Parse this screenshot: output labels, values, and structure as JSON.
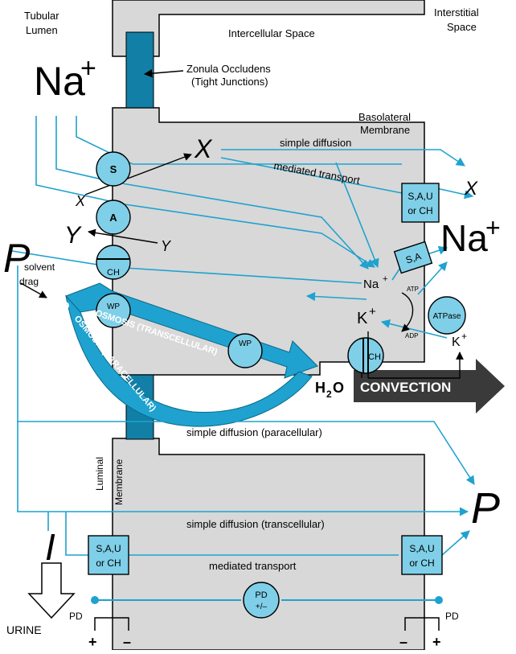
{
  "labels": {
    "tubular_lumen_1": "Tubular",
    "tubular_lumen_2": "Lumen",
    "interstitial_1": "Interstitial",
    "interstitial_2": "Space",
    "intercellular_space": "Intercellular Space",
    "zonula_1": "Zonula Occludens",
    "zonula_2": "(Tight Junctions)",
    "basolateral_1": "Basolateral",
    "basolateral_2": "Membrane",
    "luminal": "Luminal",
    "membrane": "Membrane",
    "na_plus_main": "Na",
    "na_plus_sup": "+",
    "na_plus_right": "Na",
    "na_plus_right_sup": "+",
    "na_plus_small": "Na",
    "na_plus_small_sup": "+",
    "k_plus_left": "K",
    "k_plus_left_sup": "+",
    "k_plus_right": "K",
    "k_plus_right_sup": "+",
    "x_big": "X",
    "x_small_left": "X",
    "x_right": "X",
    "y_big": "Y",
    "y_small": "Y",
    "p_left": "P",
    "p_right": "P",
    "solvent": "solvent",
    "drag": "drag",
    "h2o_left": "H",
    "h2o_left_sub": "2",
    "h2o_left_o": "O",
    "h2o_bottom": "H",
    "h2o_bottom_sub": "2",
    "h2o_bottom_o": "O",
    "convection": "CONVECTION",
    "simple_diffusion": "simple diffusion",
    "mediated_transport_top": "mediated transport",
    "simple_diffusion_paracellular": "simple diffusion (paracellular)",
    "simple_diffusion_transcellular": "simple diffusion (transcellular)",
    "mediated_transport_bottom": "mediated transport",
    "osmosis_transcellular": "OSMOSIS (TRANSCELLULAR)",
    "osmosis_paracellular": "OSMOSIS (PARACELLULAR)",
    "atp": "ATP",
    "adp": "ADP",
    "atpase": "ATPase",
    "i_label": "I",
    "urine": "URINE",
    "pd_left": "PD",
    "pd_right": "PD",
    "plus_left": "+",
    "minus_left": "–",
    "minus_right": "–",
    "plus_right": "+"
  },
  "transporters": {
    "s": "S",
    "a": "A",
    "ch": "CH",
    "wp_upper": "WP",
    "wp_lower": "WP",
    "ch_basolateral": "CH",
    "sa_box": "S,A",
    "sauch_top_1": "S,A,U",
    "sauch_top_2": "or CH",
    "sauch_bl_1": "S,A,U",
    "sauch_bl_2": "or CH",
    "sauch_br_1": "S,A,U",
    "sauch_br_2": "or CH",
    "pd_1": "PD",
    "pd_2": "+/–"
  },
  "colors": {
    "cell_fill": "#d8d8d8",
    "cyan": "#1fa2cf",
    "transporter_fill": "#7fcfe8",
    "junction": "#117fa6",
    "convection_arrow": "#3a3a3a",
    "stroke": "#000000"
  }
}
